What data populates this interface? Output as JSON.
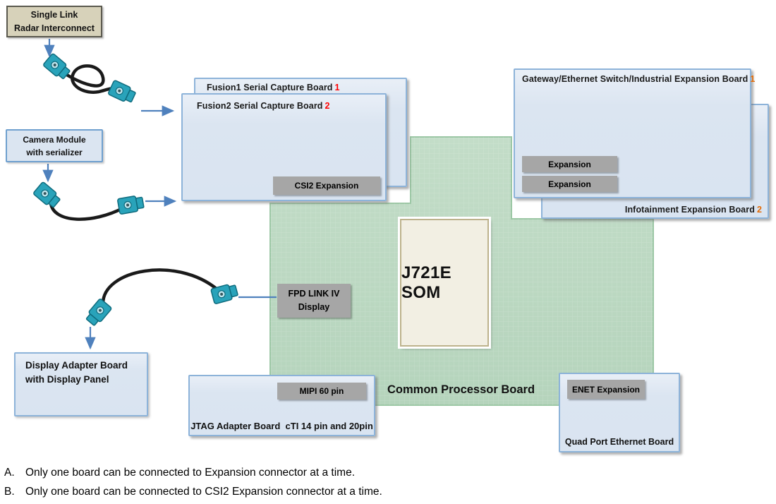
{
  "diagram": {
    "radar_box": {
      "line1": "Single Link",
      "line2": "Radar Interconnect"
    },
    "camera_box": {
      "line1": "Camera Module",
      "line2": "with serializer"
    },
    "boards": {
      "fusion1": {
        "title": "Fusion1 Serial Capture Board",
        "number": "1"
      },
      "fusion2": {
        "title": "Fusion2 Serial Capture Board",
        "number": "2"
      },
      "gateway": {
        "title": "Gateway/Ethernet Switch/Industrial Expansion Board",
        "number": "1"
      },
      "infotainment": {
        "title": "Infotainment Expansion Board",
        "number": "2"
      },
      "jtag": {
        "label": "JTAG Adapter Board  cTI 14 pin and 20pin"
      },
      "display_adapter": {
        "line1": "Display Adapter Board",
        "line2": "with Display Panel"
      },
      "quad_port": {
        "label": "Quad Port Ethernet Board"
      }
    },
    "buttons": {
      "csi2": "CSI2 Expansion",
      "expansion_top": "Expansion",
      "expansion_bottom": "Expansion",
      "fpd_line1": "FPD LINK IV",
      "fpd_line2": "Display",
      "mipi": "MIPI 60 pin",
      "enet": "ENET Expansion"
    },
    "som_label": "J721E SOM",
    "processor_board_label": "Common Processor Board",
    "notes": [
      {
        "marker": "A.",
        "text": "Only one board can be connected to Expansion connector at a time."
      },
      {
        "marker": "B.",
        "text": "Only one board can be connected to CSI2 Expansion connector at a time."
      }
    ],
    "colors": {
      "board_fill": "#dce6f2",
      "board_border": "#8db3d9",
      "green_board_fill": "#bcd9c3",
      "green_board_border": "#9cc7a5",
      "gray_button": "#a6a6a6",
      "radar_box_fill": "#d7d2ba",
      "som_fill": "#f2efe3",
      "som_border": "#bdb28c",
      "arrow_blue": "#4f81bd",
      "connector_teal": "#29a3ba",
      "cable_black": "#1a1a1a",
      "fusion_number_red": "#ff0000",
      "expansion_number_orange": "#e36c09"
    }
  }
}
